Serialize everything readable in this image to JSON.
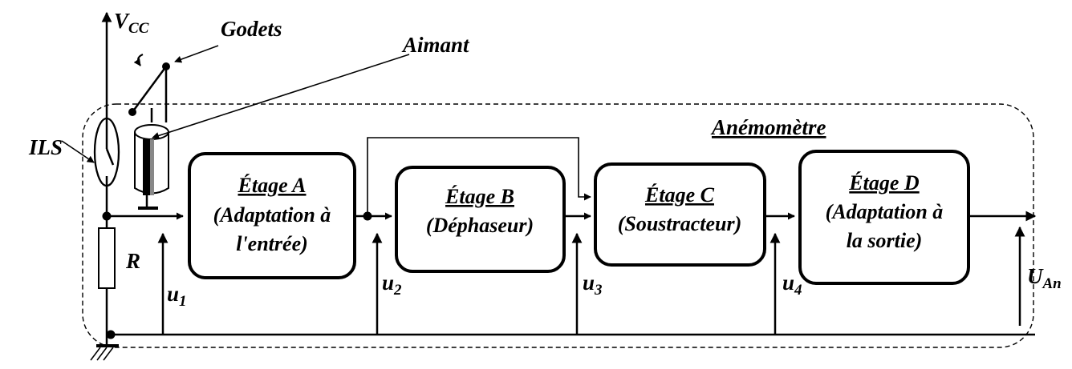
{
  "labels": {
    "vcc_main": "V",
    "vcc_sub": "CC",
    "godets": "Godets",
    "aimant": "Aimant",
    "ils": "ILS",
    "resistor": "R",
    "anemometre": "Anémomètre"
  },
  "stages": [
    {
      "title": "Étage A",
      "line1": "(Adaptation à",
      "line2": "l'entrée)"
    },
    {
      "title": "Étage B",
      "line1": "(Déphaseur)",
      "line2": ""
    },
    {
      "title": "Étage C",
      "line1": "(Soustracteur)",
      "line2": ""
    },
    {
      "title": "Étage D",
      "line1": "(Adaptation à",
      "line2": "la sortie)"
    }
  ],
  "voltages": [
    {
      "main": "u",
      "sub": "1"
    },
    {
      "main": "u",
      "sub": "2"
    },
    {
      "main": "u",
      "sub": "3"
    },
    {
      "main": "u",
      "sub": "4"
    },
    {
      "main": "U",
      "sub": "An"
    }
  ]
}
